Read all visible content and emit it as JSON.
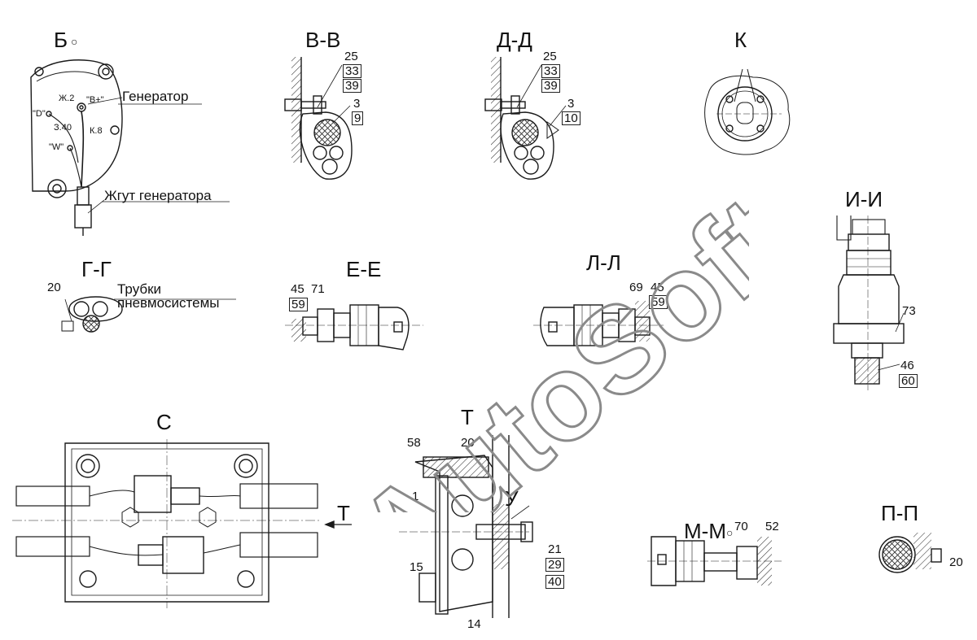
{
  "sections": {
    "b": "Б",
    "vv": "В-В",
    "dd": "Д-Д",
    "k": "К",
    "ii": "И-И",
    "gg": "Г-Г",
    "ee": "Е-Е",
    "ll": "Л-Л",
    "s": "С",
    "t": "Т",
    "mm": "М-М",
    "pp": "П-П",
    "u": "У",
    "t_arrow": "Т"
  },
  "captions": {
    "generator": "Генератор",
    "generator_harness": "Жгут генератора",
    "tubes_line1": "Трубки",
    "tubes_line2": "пневмосистемы"
  },
  "terminals": {
    "d": "\"D\"",
    "b_plus": "\"В+\"",
    "w": "\"W\"",
    "zh2": "Ж.2",
    "k8": "К.8",
    "z340": "З.40"
  },
  "callouts": {
    "vv": [
      "25",
      "33",
      "39",
      "3",
      "9"
    ],
    "dd": [
      "25",
      "33",
      "39",
      "3",
      "10"
    ],
    "gg": [
      "20"
    ],
    "ee": [
      "45",
      "71",
      "59"
    ],
    "ll": [
      "69",
      "45",
      "59"
    ],
    "ii": [
      "73",
      "46",
      "60"
    ],
    "t": [
      "58",
      "20",
      "1",
      "15",
      "14",
      "21",
      "29",
      "40"
    ],
    "mm": [
      "70",
      "52"
    ],
    "pp": [
      "20"
    ]
  },
  "watermark": "AutoSoft"
}
